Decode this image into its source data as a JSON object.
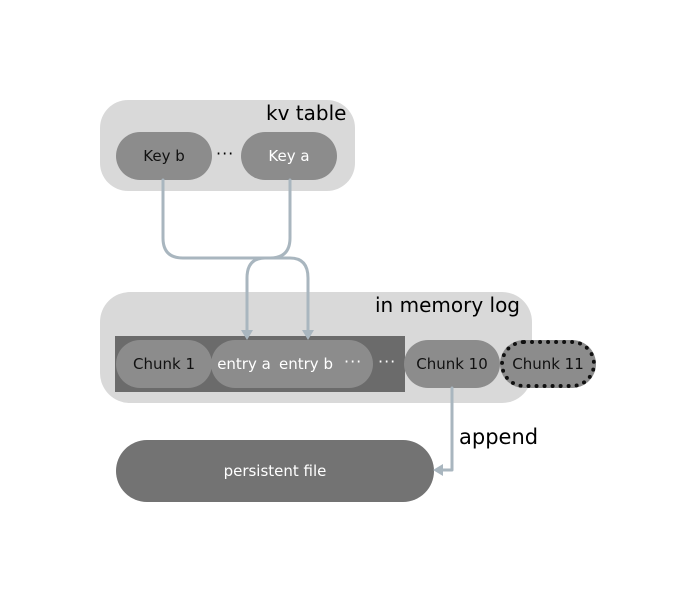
{
  "kv_table": {
    "title": "kv table",
    "keys": [
      "Key b",
      "Key a"
    ],
    "ellipsis": "···"
  },
  "memory_log": {
    "title": "in memory log",
    "chunk_1": "Chunk 1",
    "entries": [
      "entry a",
      "entry b"
    ],
    "inner_ellipsis": "···",
    "outer_ellipsis": "···",
    "chunk_10": "Chunk 10",
    "chunk_11": "Chunk 11"
  },
  "persistent": {
    "label": "persistent file"
  },
  "arrow_label": "append",
  "colors": {
    "panel": "#d9d9d9",
    "pill": "#8c8c8c",
    "strip": "#6b6b6b",
    "file": "#737373",
    "connector": "#a9b6bf",
    "dotted_border": "#111111"
  }
}
